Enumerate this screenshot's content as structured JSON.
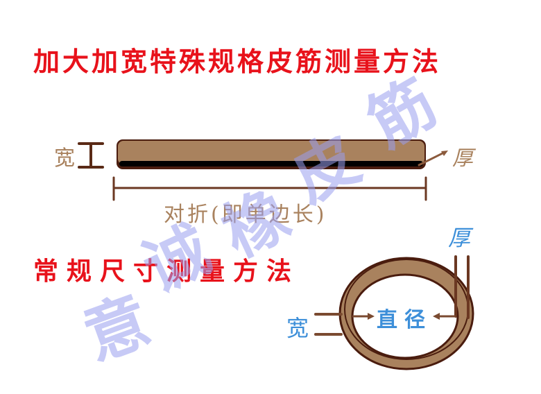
{
  "titles": {
    "main": "加大加宽特殊规格皮筋测量方法",
    "sub": "常规尺寸测量方法"
  },
  "flat_diagram": {
    "width_label": "宽",
    "thickness_label": "厚",
    "length_label": "对折(即单边长)"
  },
  "ring_diagram": {
    "width_label": "宽",
    "thickness_label": "厚",
    "diameter_label": "直径"
  },
  "watermark": {
    "chars": [
      "意",
      "诚",
      "橡",
      "皮",
      "筋"
    ]
  },
  "colors": {
    "title_red": "#e8121b",
    "band_fill": "#a9825e",
    "band_outline": "#4a1c0e",
    "label_brown": "#a9825e",
    "label_blue": "#3d8fd9",
    "watermark": "#9a9ff0"
  }
}
